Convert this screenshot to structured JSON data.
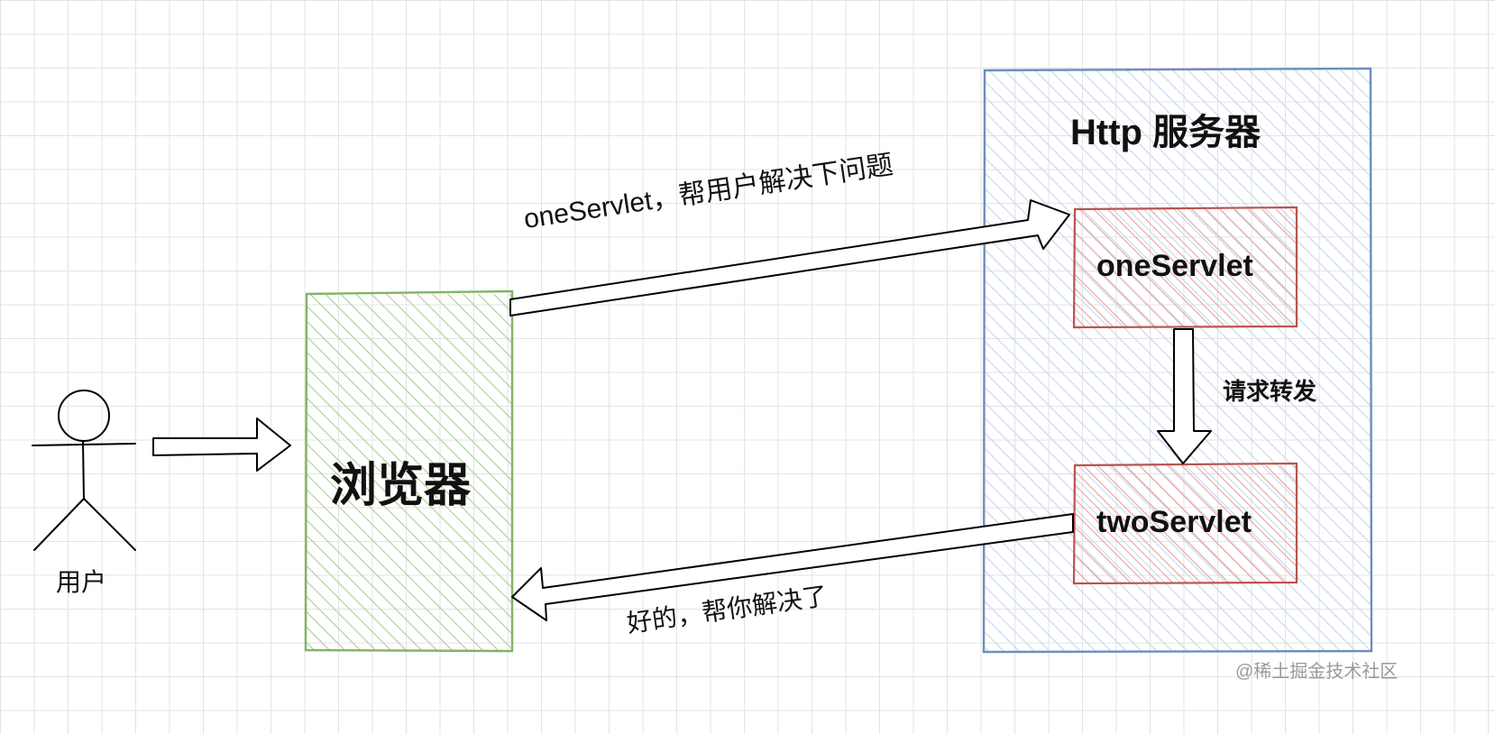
{
  "user": {
    "label": "用户"
  },
  "browser": {
    "label": "浏览器"
  },
  "server": {
    "title": "Http 服务器"
  },
  "servlets": {
    "one": "oneServlet",
    "two": "twoServlet"
  },
  "arrows": {
    "request": "oneServlet，帮用户解决下问题",
    "forward": "请求转发",
    "response": "好的，帮你解决了"
  },
  "watermark": "@稀土掘金技术社区",
  "colors": {
    "browser": "#82b366",
    "server": "#6c8ebf",
    "servlet": "#b85450",
    "ink": "#000000"
  }
}
